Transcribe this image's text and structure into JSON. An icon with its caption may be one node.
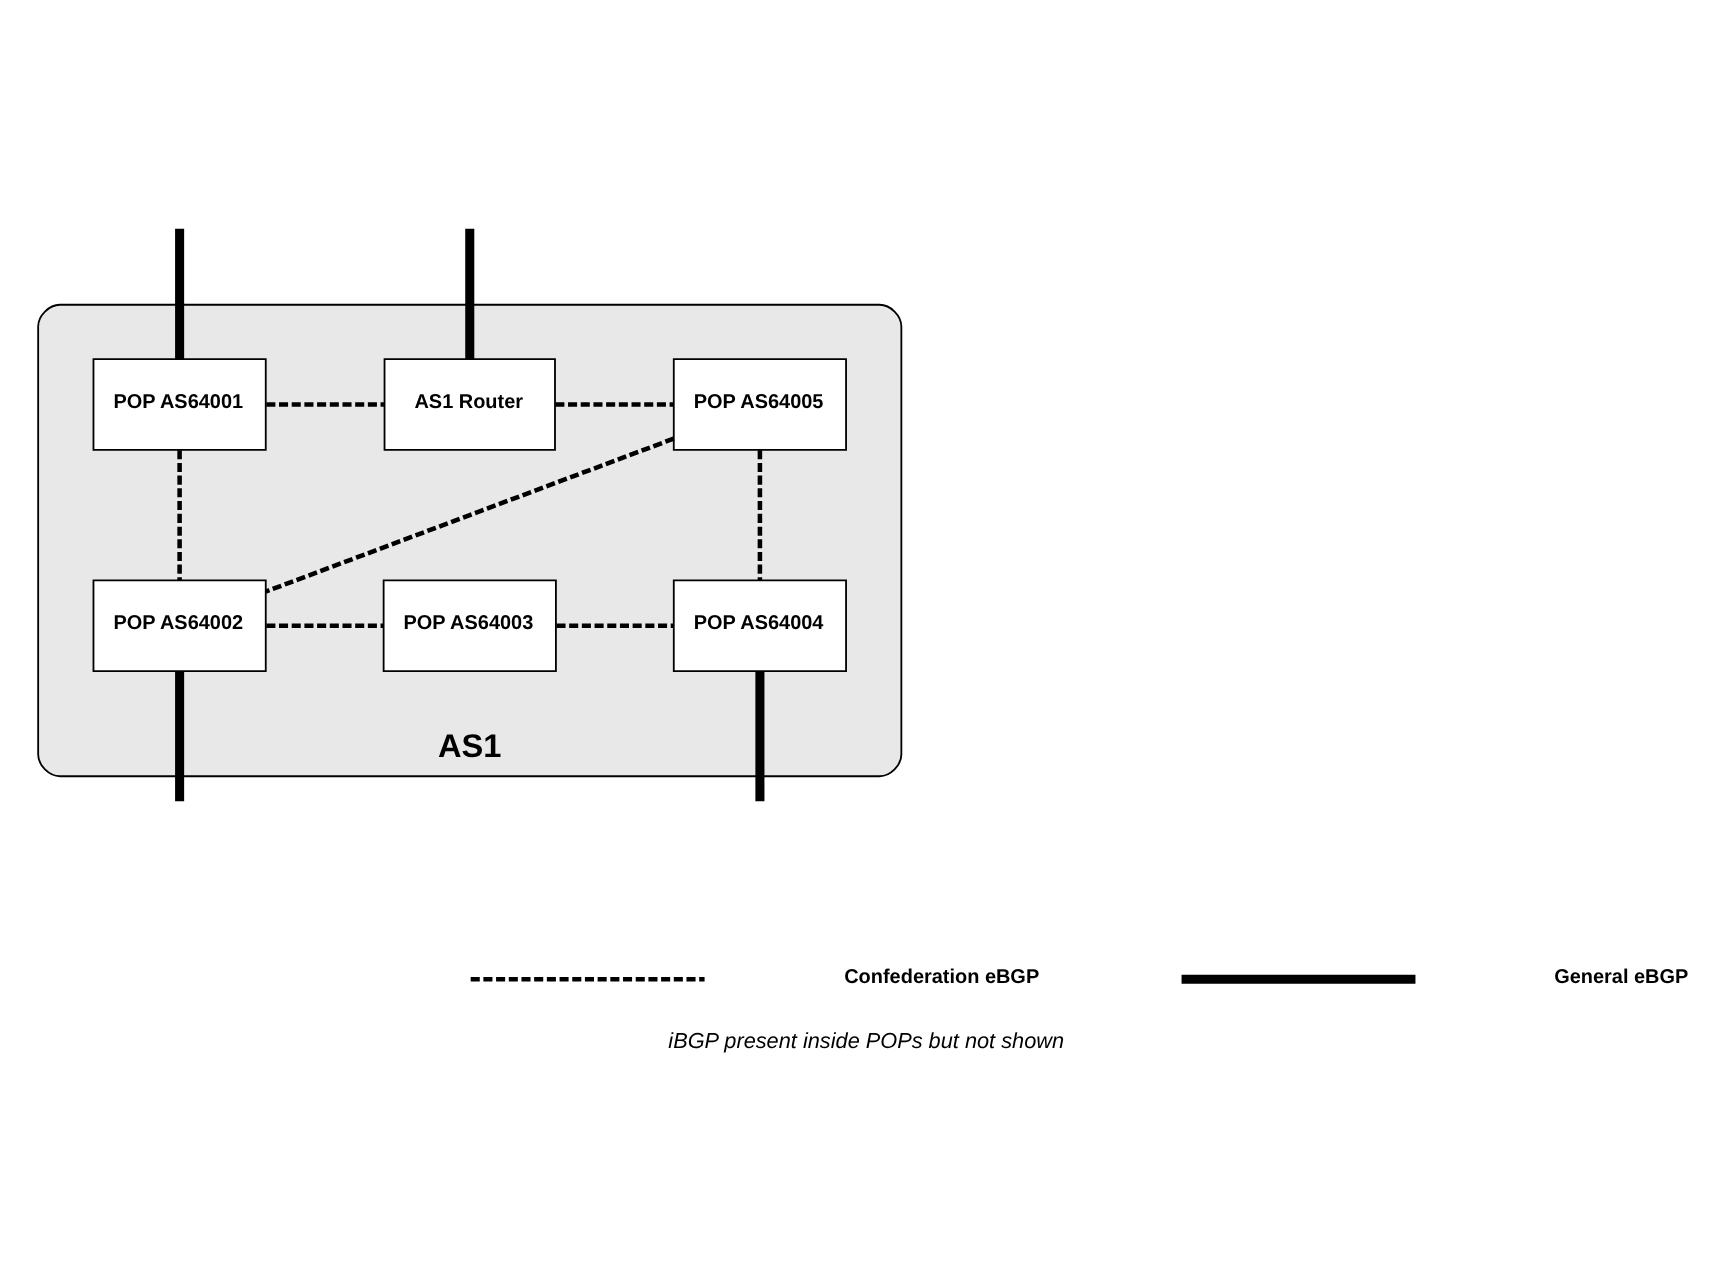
{
  "diagram": {
    "caption": "iBGP present inside POPs but not shown",
    "nodes": [
      {
        "text": [
          "AS1"
        ]
      },
      {
        "text": [
          "POP AS64001"
        ],
        "in": 0
      },
      {
        "text": [
          "AS1 Router"
        ],
        "in": 0
      },
      {
        "text": [
          "POP AS64005"
        ],
        "in": 0
      },
      {
        "text": [
          "POP AS64002"
        ],
        "in": 0
      },
      {
        "text": [
          "POP AS64003"
        ],
        "in": 0
      },
      {
        "text": [
          "POP AS64004"
        ],
        "in": 0
      }
    ],
    "edges": [
      {
        "from": 1,
        "to": 2,
        "arrow": "none",
        "style": "dashed"
      },
      {
        "from": 2,
        "to": 3,
        "arrow": "none",
        "style": "dashed"
      },
      {
        "from": 1,
        "to": 4,
        "arrow": "none",
        "style": "dashed"
      },
      {
        "from": 3,
        "to": 4,
        "arrow": "none",
        "style": "dashed"
      },
      {
        "from": 3,
        "to": 6,
        "arrow": "none",
        "style": "dashed"
      },
      {
        "from": 4,
        "to": 5,
        "arrow": "none",
        "style": "dashed"
      },
      {
        "from": 5,
        "to": 6,
        "arrow": "none",
        "style": "dashed"
      },
      {
        "from": null,
        "to": 1,
        "arrow": "none",
        "style": "thick"
      },
      {
        "from": null,
        "to": 2,
        "arrow": "none",
        "style": "thick"
      },
      {
        "from": 4,
        "to": null,
        "arrow": "none",
        "style": "thick"
      },
      {
        "from": 6,
        "to": null,
        "arrow": "none",
        "style": "thick"
      }
    ],
    "legend": [
      {
        "text": "Confederation eBGP"
      },
      {
        "text": "General eBGP"
      }
    ]
  }
}
